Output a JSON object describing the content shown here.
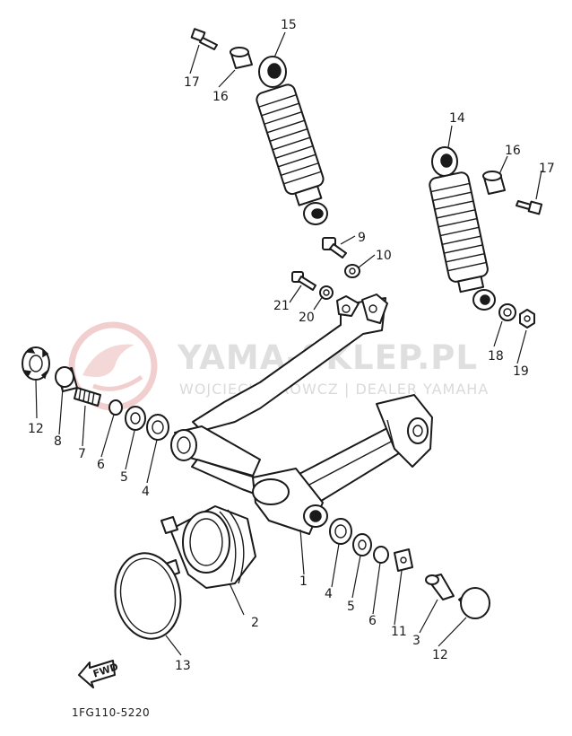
{
  "watermark": {
    "brand": "YAMA-SKLEP.PL",
    "subtitle": "WOJCIECH MRÓWCZ | DEALER YAMAHA",
    "logo_color": "#e8b8b8"
  },
  "fwd_arrow_label": "FWD",
  "drawing_code": "1FG110-5220",
  "callouts": {
    "c1": "1",
    "c2": "2",
    "c3": "3",
    "c4a": "4",
    "c4b": "4",
    "c5a": "5",
    "c5b": "5",
    "c6a": "6",
    "c6b": "6",
    "c7": "7",
    "c8": "8",
    "c9": "9",
    "c10": "10",
    "c11": "11",
    "c12a": "12",
    "c12b": "12",
    "c13": "13",
    "c14": "14",
    "c15": "15",
    "c16a": "16",
    "c16b": "16",
    "c17a": "17",
    "c17b": "17",
    "c18": "18",
    "c19": "19",
    "c20": "20",
    "c21": "21"
  }
}
